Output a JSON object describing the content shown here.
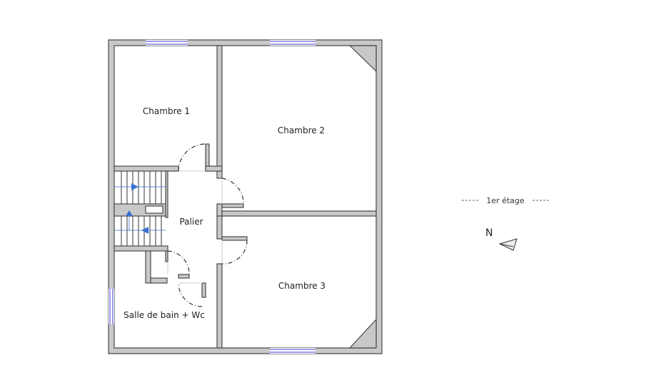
{
  "rooms": {
    "chambre1": "Chambre 1",
    "chambre2": "Chambre 2",
    "chambre3": "Chambre 3",
    "palier": "Palier",
    "sdb": "Salle de bain + Wc"
  },
  "legend": {
    "floor": "1er étage",
    "north": "N"
  },
  "colors": {
    "wall": "#c8c8c8",
    "window": "#3a3ad0",
    "stair_arrow": "#3a6fd0"
  }
}
